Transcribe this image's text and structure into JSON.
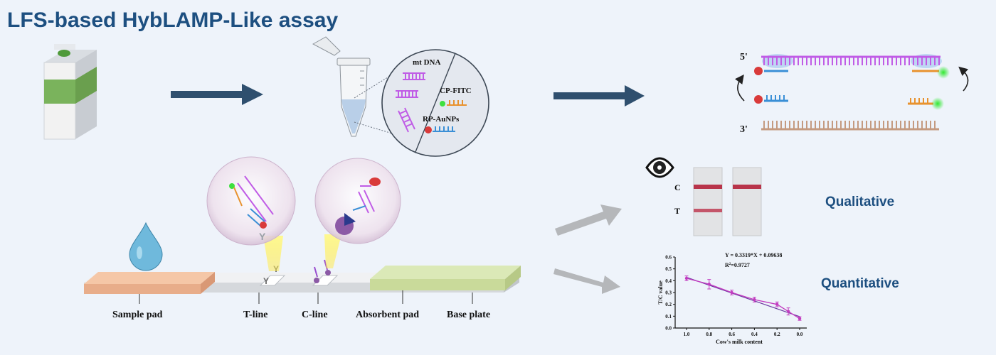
{
  "title": "LFS-based HybLAMP-Like assay",
  "tube_callout": {
    "mt_dna": "mt DNA",
    "cp_fitc": "CP-FITC",
    "rp_aunps": "RP-AuNPs"
  },
  "strand_labels": {
    "five_prime": "5'",
    "three_prime": "3'"
  },
  "strip_labels": {
    "sample_pad": "Sample pad",
    "t_line": "T-line",
    "c_line": "C-line",
    "absorbent_pad": "Absorbent pad",
    "base_plate": "Base plate"
  },
  "strip_marks": {
    "c": "C",
    "t": "T"
  },
  "results": {
    "qualitative": "Qualitative",
    "quantitative": "Quantitative"
  },
  "colors": {
    "title": "#1d4f80",
    "arrow_dark": "#2f4f6e",
    "arrow_grey": "#b5b7ba",
    "dna_purple": "#c05ce6",
    "dna_blue": "#3a8fd6",
    "dna_orange": "#e8922e",
    "dna_brown": "#c49a80",
    "gold_np": "#d93a3a",
    "fitc": "#3ee03e",
    "series": "#c23cc0"
  },
  "icons": [
    "milk-carton-icon",
    "water-drop-icon",
    "eye-icon",
    "eppendorf-tube-icon",
    "antibody-icon"
  ],
  "chart_data": {
    "type": "line",
    "equation": "Y = 0.3319*X + 0.09638",
    "r2_label": "R",
    "r2_sup": "2",
    "r2_value": "=0.9727",
    "xlabel": "Cow's milk content",
    "ylabel": "T/C value",
    "xlim": [
      1.0,
      0.0
    ],
    "ylim": [
      0,
      0.6
    ],
    "x_ticks": [
      "1.0",
      "0.8",
      "0.6",
      "0.4",
      "0.2",
      "0.0"
    ],
    "y_ticks": [
      "0.0",
      "0.1",
      "0.2",
      "0.3",
      "0.4",
      "0.5",
      "0.6"
    ],
    "x": [
      1.0,
      0.8,
      0.6,
      0.4,
      0.2,
      0.1,
      0.0
    ],
    "y": [
      0.42,
      0.37,
      0.3,
      0.24,
      0.2,
      0.14,
      0.08
    ],
    "err": [
      0.02,
      0.04,
      0.02,
      0.02,
      0.02,
      0.03,
      0.015
    ],
    "fit": {
      "slope": 0.3319,
      "intercept": 0.09638
    }
  }
}
